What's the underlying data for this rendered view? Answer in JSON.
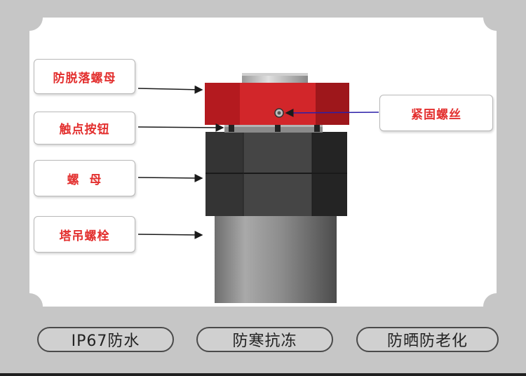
{
  "labels": {
    "anti_drop_nut": "防脱落螺母",
    "contact_button": "触点按钮",
    "nut": "螺  母",
    "tower_bolt": "塔吊螺栓",
    "set_screw": "紧固螺丝"
  },
  "features": [
    "IP67防水",
    "防寒抗冻",
    "防晒防老化"
  ],
  "colors": {
    "background": "#c6c6c6",
    "label_text": "#e3302f",
    "cap_red": "#c91f24",
    "nut_dark": "#343434",
    "bolt_grey": "#8d8d8d"
  }
}
